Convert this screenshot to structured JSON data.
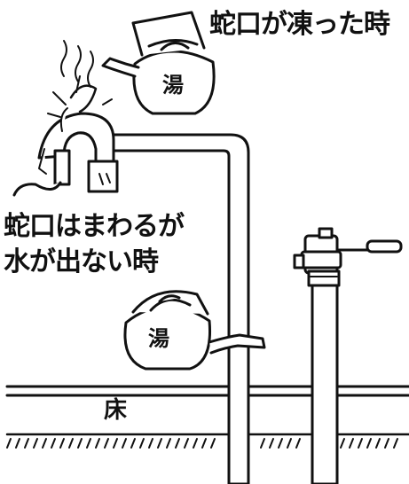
{
  "captions": {
    "frozen_faucet": "蛇口が凍った時",
    "no_water_line1": "蛇口はまわるが",
    "no_water_line2": "水が出ない時"
  },
  "labels": {
    "hot_water_top": "湯",
    "hot_water_bottom": "湯",
    "floor": "床"
  },
  "colors": {
    "ink": "#111111",
    "background": "#ffffff"
  }
}
